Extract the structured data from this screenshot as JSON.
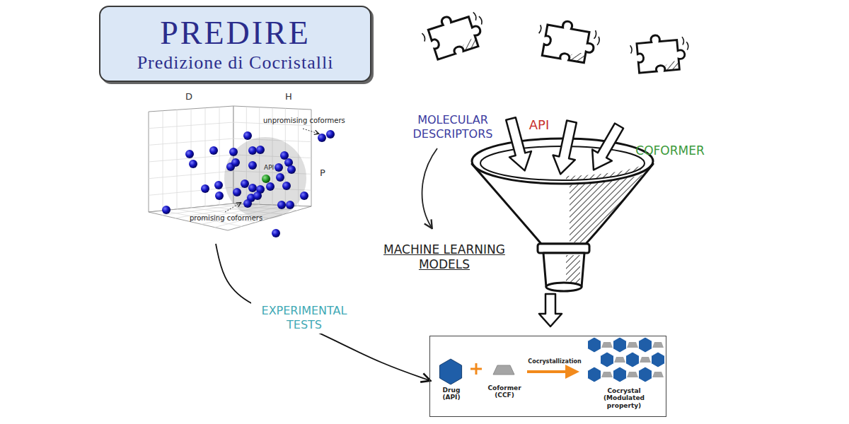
{
  "diagram": {
    "nodes": [
      {
        "text": [
          "PREDIRE",
          "Predizione di Cocristalli"
        ]
      },
      {
        "text": [
          "D",
          "H",
          "P",
          "unpromising coformers",
          "API",
          "promising coformers"
        ]
      },
      {
        "text": [
          "Cocrystallization",
          "Drug (API)",
          "Coformer (CCF)",
          "Cocrystal (Modulated property)"
        ]
      }
    ],
    "edges": [
      {
        "from": 1,
        "to": 2,
        "arrow": "to",
        "label": "EXPERIMENTAL TESTS"
      }
    ],
    "labels": [
      "MOLECULAR DESCRIPTORS",
      "API",
      "COFORMER",
      "MACHINE LEARNING MODELS"
    ]
  }
}
